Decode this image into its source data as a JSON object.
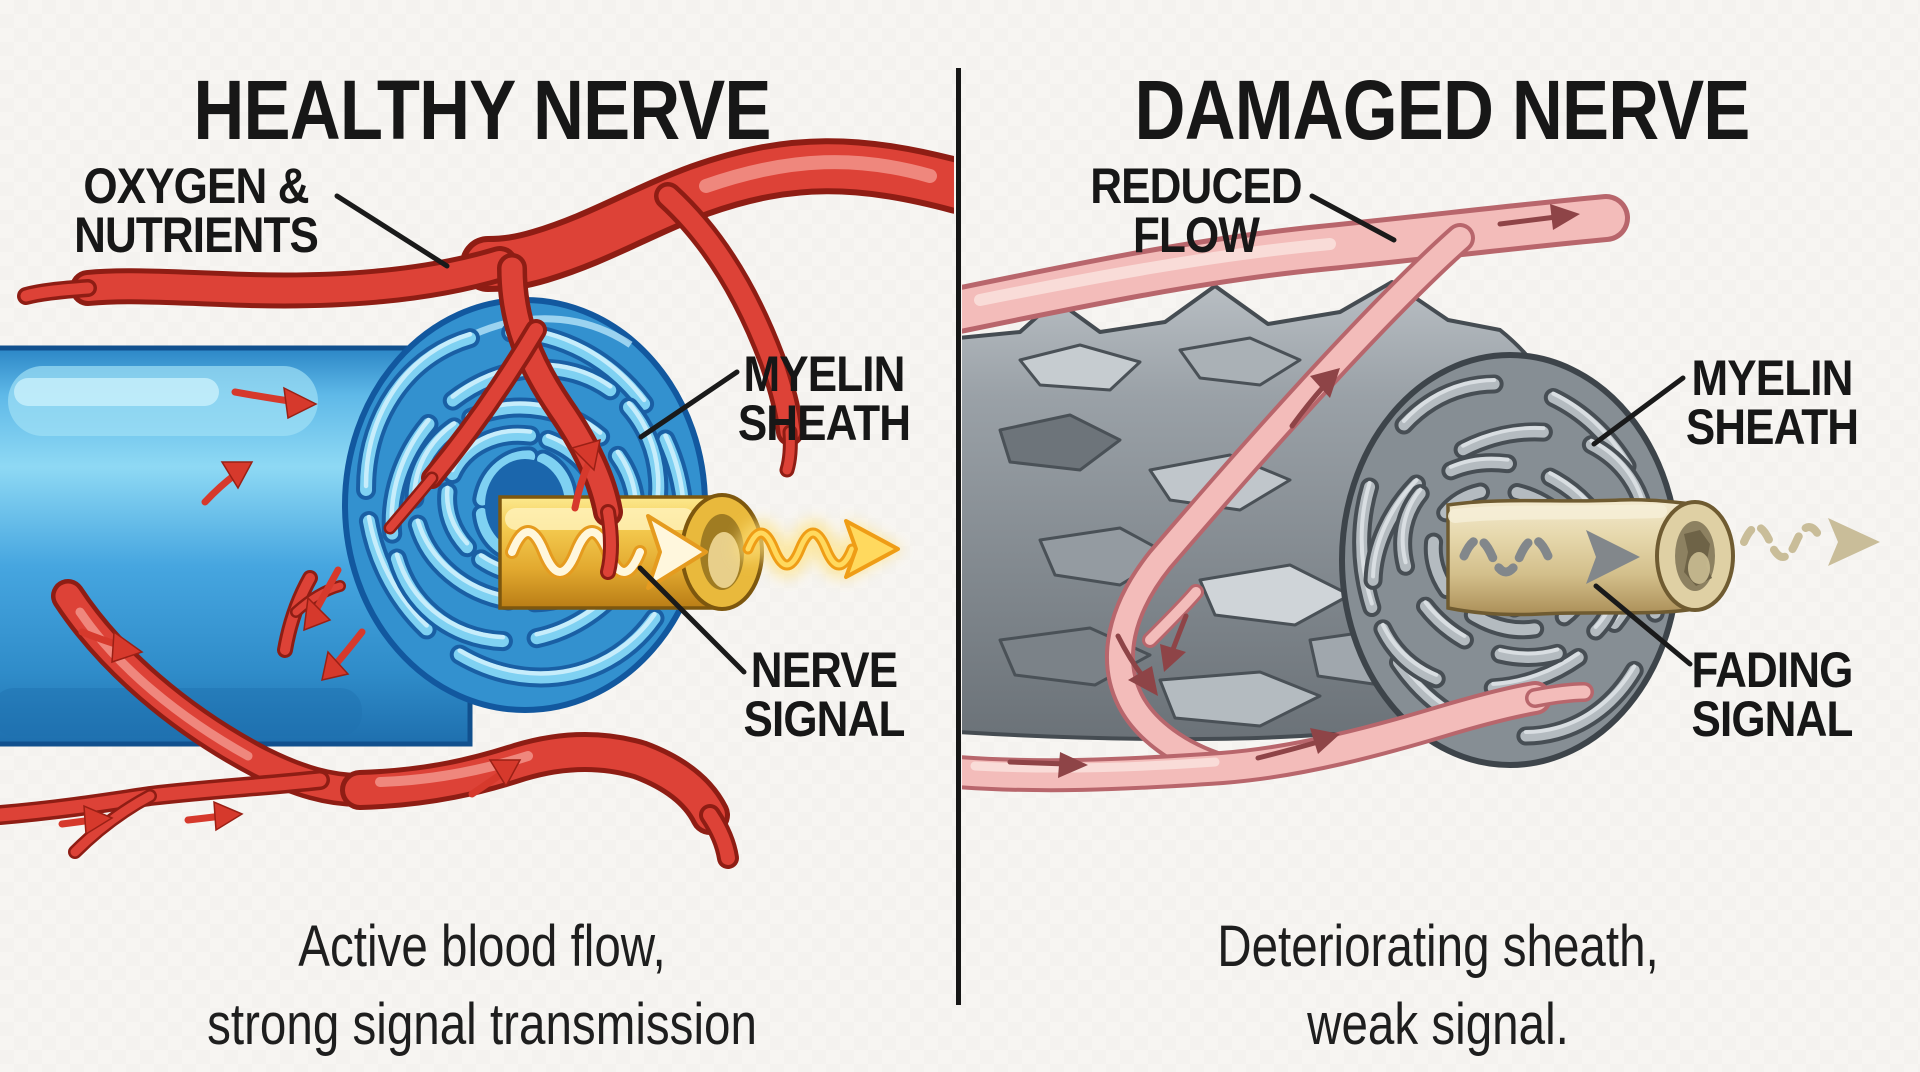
{
  "left": {
    "title": "HEALTHY NERVE",
    "vessel_label": {
      "line1": "OXYGEN &",
      "line2": "NUTRIENTS"
    },
    "myelin_label": {
      "line1": "MYELIN",
      "line2": "SHEATH"
    },
    "signal_label": {
      "line1": "NERVE",
      "line2": "SIGNAL"
    },
    "caption": {
      "line1": "Active blood flow,",
      "line2": "strong signal transmission"
    }
  },
  "right": {
    "title": "DAMAGED NERVE",
    "vessel_label": {
      "line1": "REDUCED",
      "line2": "FLOW"
    },
    "myelin_label": {
      "line1": "MYELIN",
      "line2": "SHEATH"
    },
    "signal_label": {
      "line1": "FADING",
      "line2": "SIGNAL"
    },
    "caption": {
      "line1": "Deteriorating sheath,",
      "line2": "weak signal."
    }
  },
  "colors": {
    "background": "#f7f5f2",
    "divider": "#161616",
    "text": "#171717",
    "healthy_vessel_red": "#dd4237",
    "healthy_myelin_blue": "#3391cf",
    "healthy_axon_gold": "#f3c84d",
    "signal_glow_yellow": "#ffd95e",
    "damaged_vessel_pink": "#f3bcba",
    "damaged_myelin_gray": "#868e94",
    "damaged_axon_tan": "#ddcda2",
    "fading_signal_gray": "#82878b"
  }
}
